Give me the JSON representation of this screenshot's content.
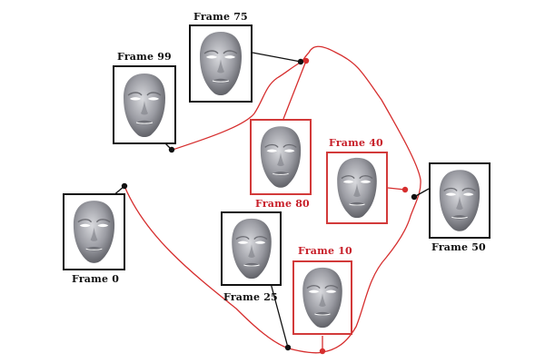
{
  "colors": {
    "key_frame": "#111111",
    "interpolated_frame": "#d23a3a",
    "trajectory": "#d62e2e"
  },
  "frames": {
    "f0": {
      "label": "Frame 0",
      "type": "key"
    },
    "f10": {
      "label": "Frame 10",
      "type": "interpolated"
    },
    "f25": {
      "label": "Frame 25",
      "type": "key"
    },
    "f40": {
      "label": "Frame 40",
      "type": "interpolated"
    },
    "f50": {
      "label": "Frame 50",
      "type": "key"
    },
    "f75": {
      "label": "Frame 75",
      "type": "key"
    },
    "f80": {
      "label": "Frame 80",
      "type": "interpolated"
    },
    "f99": {
      "label": "Frame 99",
      "type": "key"
    }
  }
}
